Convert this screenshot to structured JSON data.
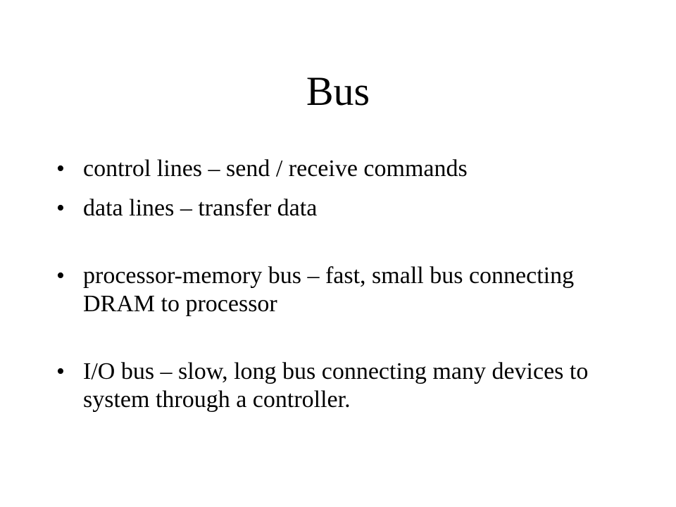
{
  "slide": {
    "title": "Bus",
    "bullet_glyph": "•",
    "bullets": [
      "control lines – send / receive commands",
      "data lines – transfer data",
      "processor-memory bus – fast, small bus connecting DRAM to processor",
      "I/O bus – slow, long bus connecting many devices to system through a controller."
    ]
  }
}
